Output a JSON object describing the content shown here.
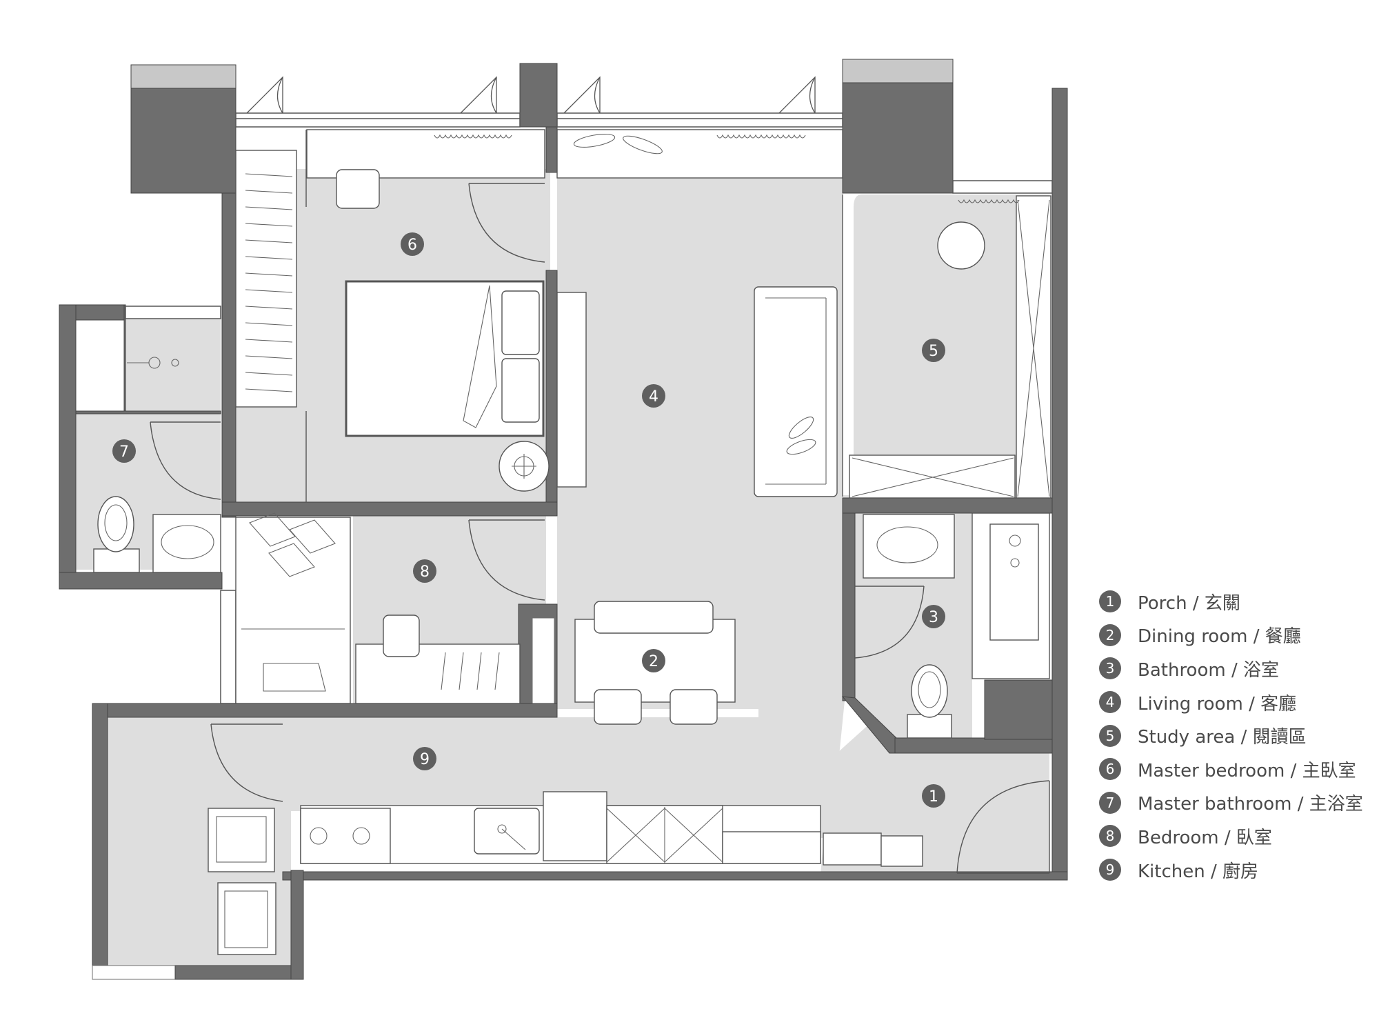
{
  "colors": {
    "wall": "#6e6e6e",
    "floor": "#dedede",
    "room_white": "#ffffff",
    "line": "#555555",
    "marker": "#5f5f5f"
  },
  "rooms": [
    {
      "id": "1",
      "name": "Porch / 玄關"
    },
    {
      "id": "2",
      "name": "Dining room / 餐廳"
    },
    {
      "id": "3",
      "name": "Bathroom / 浴室"
    },
    {
      "id": "4",
      "name": "Living room / 客廳"
    },
    {
      "id": "5",
      "name": "Study area / 閱讀區"
    },
    {
      "id": "6",
      "name": "Master bedroom / 主臥室"
    },
    {
      "id": "7",
      "name": "Master bathroom / 主浴室"
    },
    {
      "id": "8",
      "name": "Bedroom / 臥室"
    },
    {
      "id": "9",
      "name": "Kitchen / 廚房"
    }
  ],
  "icons": [
    "door-swing-icon",
    "toilet-icon",
    "sink-icon",
    "bed-icon",
    "sofa-icon",
    "stove-icon",
    "chair-icon",
    "table-icon",
    "washer-icon",
    "wardrobe-icon",
    "curtain-icon",
    "bathtub-icon"
  ]
}
